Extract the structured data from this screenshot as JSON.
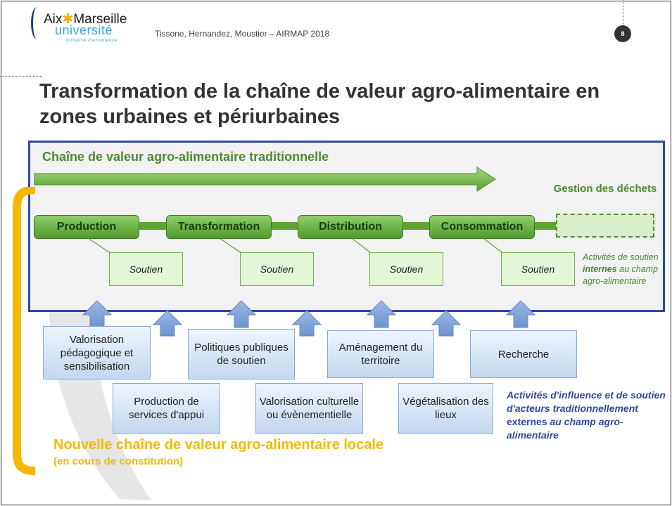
{
  "header": {
    "logo_line1_a": "Aix",
    "logo_line1_star": "✱",
    "logo_line1_b": "Marseille",
    "logo_line2": "université",
    "logo_tagline": "Initiative d'excellence",
    "authors": "Tissone, Hernandez, Moustier – AIRMAP 2018",
    "page_number": "8"
  },
  "title": "Transformation de la chaîne de valeur agro-alimentaire en zones urbaines et périurbaines",
  "traditional": {
    "label": "Chaîne de valeur agro-alimentaire traditionnelle",
    "stages": [
      "Production",
      "Transformation",
      "Distribution",
      "Consommation"
    ],
    "waste_label": "Gestion des déchets",
    "support_label": "Soutien",
    "internal_note_pre": "Activités de soutien ",
    "internal_note_bold": "internes",
    "internal_note_post": " au champ agro-alimentaire"
  },
  "activities": {
    "row1": [
      "Valorisation pédagogique et sensibilisation",
      "Politiques publiques de soutien",
      "Aménagement du territoire",
      "Recherche"
    ],
    "row2": [
      "Production de services d'appui",
      "Valorisation culturelle ou évènementielle",
      "Végétalisation des lieux"
    ]
  },
  "influence_note": {
    "part1": "Activités d'influence et de soutien d'acteurs traditionnellement ",
    "part2": "externes",
    "part3": " au champ agro-alimentaire"
  },
  "new_chain": {
    "label": "Nouvelle chaîne de valeur agro-alimentaire locale",
    "sub": "(en cours de constitution)"
  },
  "colors": {
    "green_text": "#4e8a2f",
    "blue_frame": "#2e4a9e",
    "yellow": "#f5b800"
  }
}
